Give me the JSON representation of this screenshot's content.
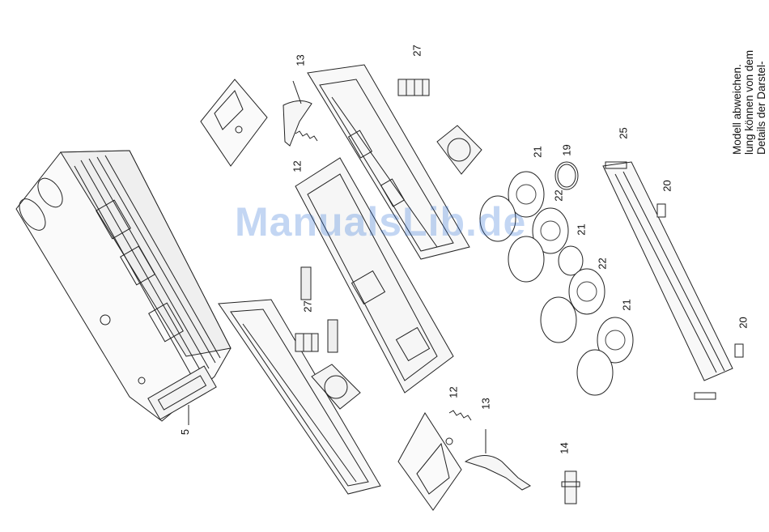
{
  "note": {
    "line1": "Details der Darstel-",
    "line2": "lung können von dem",
    "line3": "Modell abweichen."
  },
  "watermark": "ManualsLib.de",
  "labels": {
    "p5": "5",
    "p12a": "12",
    "p12b": "12",
    "p13a": "13",
    "p13b": "13",
    "p14": "14",
    "p19": "19",
    "p20a": "20",
    "p20b": "20",
    "p21a": "21",
    "p21b": "21",
    "p21c": "21",
    "p22a": "22",
    "p22b": "22",
    "p25": "25",
    "p27a": "27",
    "p27b": "27"
  }
}
